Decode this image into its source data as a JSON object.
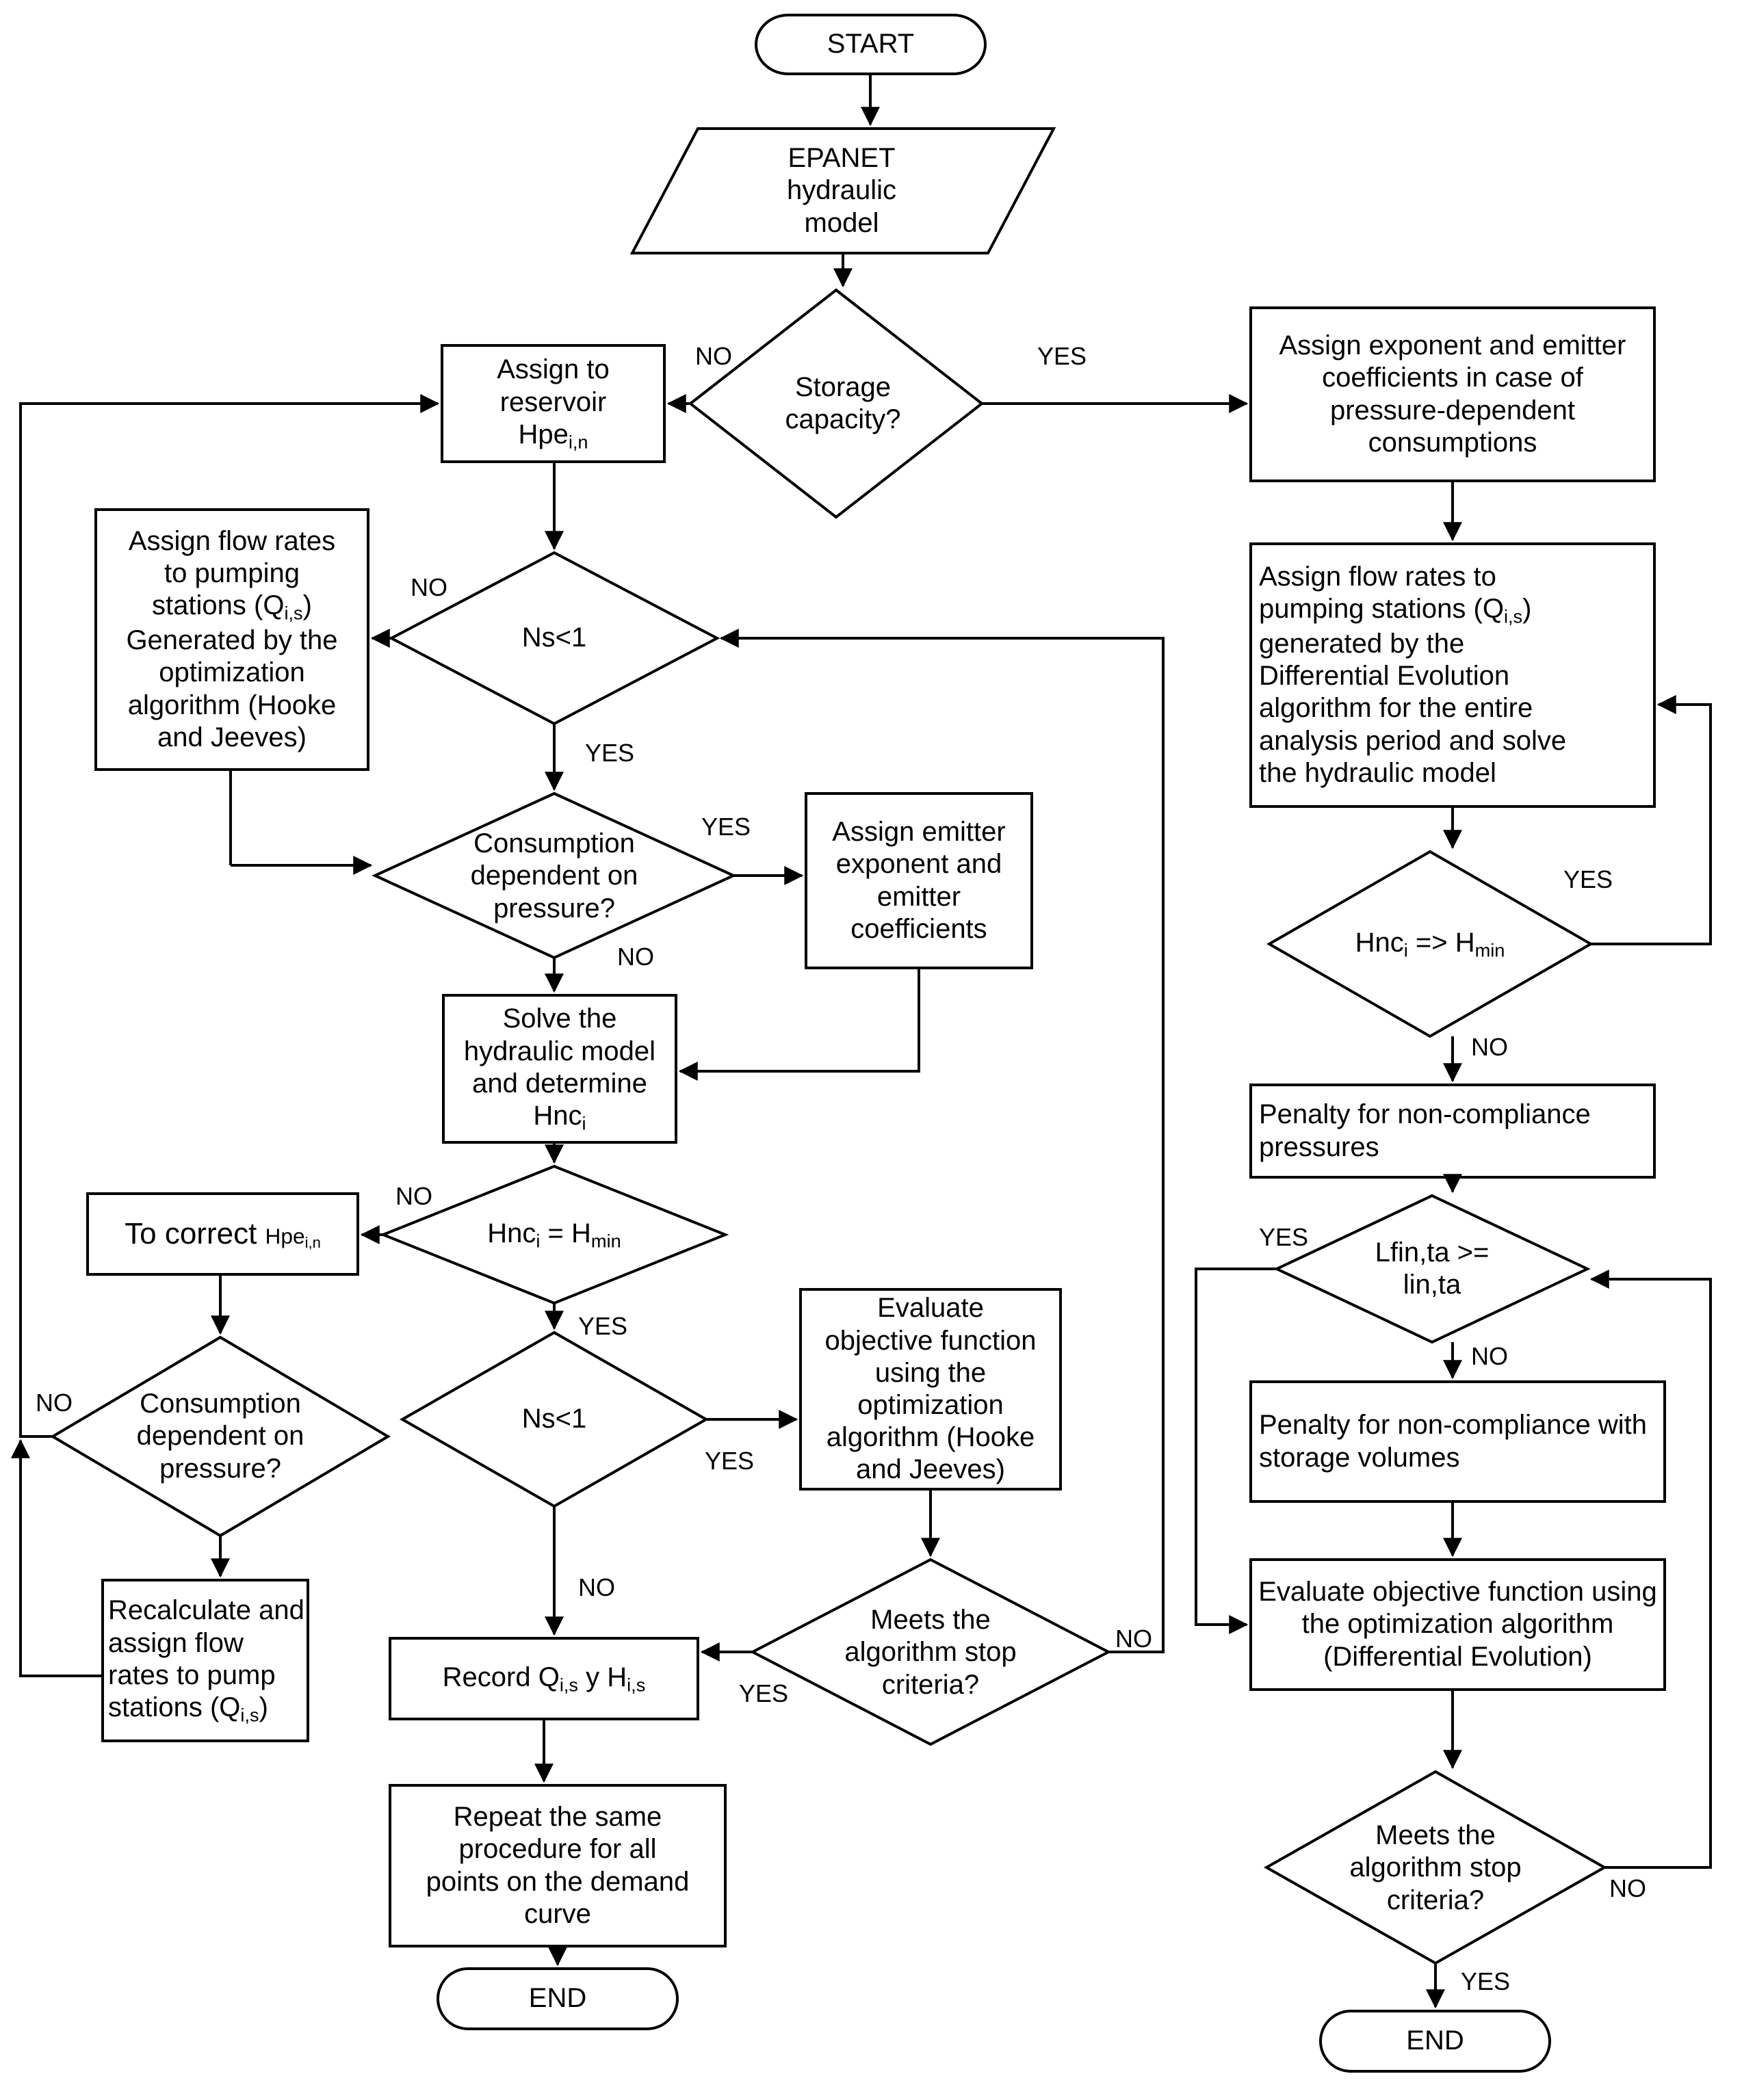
{
  "diagram": {
    "title": "Optimization methodology flowchart for pumping station operation",
    "type": "flowchart",
    "stroke_color": "#000000",
    "fill_color": "#ffffff",
    "background": "#ffffff"
  },
  "nodes": {
    "start": {
      "label": "START",
      "shape": "terminator"
    },
    "epanet": {
      "label": "EPANET\nhydraulic\nmodel",
      "shape": "parallelogram"
    },
    "storage_capacity": {
      "label": "Storage\ncapacity?",
      "shape": "decision"
    },
    "assign_reservoir": {
      "label": "Assign to\nreservoir\nHpe",
      "sub": "i,n",
      "shape": "process"
    },
    "assign_exponent_emitter": {
      "label": "Assign exponent and emitter\ncoefficients in case of\npressure-dependent\nconsumptions",
      "shape": "process"
    },
    "assign_flow_hj": {
      "label": "Assign flow rates\nto pumping\nstations (Q",
      "sub": "i,s",
      "label2": ")\nGenerated by the\noptimization\nalgorithm (Hooke\nand Jeeves)",
      "shape": "process"
    },
    "assign_flow_de": {
      "label": "Assign flow rates to\npumping stations (Q",
      "sub": "i,s",
      "label2": ")\ngenerated by the\nDifferential Evolution\nalgorithm for the entire\nanalysis period and solve\nthe hydraulic model",
      "shape": "process"
    },
    "ns_lt_1_top": {
      "label": "Ns<1",
      "shape": "decision"
    },
    "consumption_pressure_top": {
      "label": "Consumption\ndependent on\npressure?",
      "shape": "decision"
    },
    "assign_emitter_coeffs": {
      "label": "Assign emitter\nexponent and\nemitter\ncoefficients",
      "shape": "process"
    },
    "solve_hydraulic": {
      "label": "Solve the\nhydraulic model\nand determine\nHnc",
      "sub": "i",
      "shape": "process"
    },
    "hnc_eq_hmin": {
      "label": "Hnc",
      "sub": "i",
      "label2": " = H",
      "sub2": "min",
      "shape": "decision"
    },
    "to_correct_hpe": {
      "label": "To correct ",
      "label_small": "Hpe",
      "sub": "i,n",
      "shape": "process"
    },
    "consumption_pressure_bottom": {
      "label": "Consumption\ndependent on\npressure?",
      "shape": "decision"
    },
    "recalculate_assign": {
      "label": "Recalculate and\nassign flow\nrates to pump\nstations (Q",
      "sub": "i,s",
      "label2": ")",
      "shape": "process"
    },
    "ns_lt_1_bottom": {
      "label": "Ns<1",
      "shape": "decision"
    },
    "evaluate_obj_hj": {
      "label": "Evaluate\nobjective function\nusing the\noptimization\nalgorithm  (Hooke\nand Jeeves)",
      "shape": "process"
    },
    "meets_stop_left": {
      "label": "Meets the\nalgorithm stop\ncriteria?",
      "shape": "decision"
    },
    "record_q_h": {
      "label": "Record Q",
      "sub": "i,s",
      "label2": " y H",
      "sub2": "i,s",
      "shape": "process"
    },
    "repeat_procedure": {
      "label": "Repeat the same\nprocedure for all\npoints on the demand\ncurve",
      "shape": "process"
    },
    "end_left": {
      "label": "END",
      "shape": "terminator"
    },
    "hnc_ge_hmin": {
      "label": "Hnc",
      "sub": "i",
      "label2": " => H",
      "sub2": "min",
      "shape": "decision"
    },
    "penalty_pressures": {
      "label": "Penalty for non-compliance\npressures",
      "shape": "process"
    },
    "lfin_ge_lin": {
      "label": "Lfin,ta >=\nlin,ta",
      "shape": "decision"
    },
    "penalty_storage": {
      "label": "Penalty for non-compliance with\nstorage volumes",
      "shape": "process"
    },
    "evaluate_obj_de": {
      "label": "Evaluate objective function using\nthe optimization algorithm\n(Differential Evolution)",
      "shape": "process"
    },
    "meets_stop_right": {
      "label": "Meets the\nalgorithm stop\ncriteria?",
      "shape": "decision"
    },
    "end_right": {
      "label": "END",
      "shape": "terminator"
    }
  },
  "edge_labels": {
    "storage_no": "NO",
    "storage_yes": "YES",
    "ns_top_no": "NO",
    "ns_top_yes": "YES",
    "consumption_top_yes": "YES",
    "consumption_top_no": "NO",
    "hnc_eq_no": "NO",
    "hnc_eq_yes": "YES",
    "consumption_bottom_no": "NO",
    "ns_bottom_yes": "YES",
    "ns_bottom_yes2": "YES",
    "ns_bottom_no": "NO",
    "meets_left_no": "NO",
    "meets_left_yes": "YES",
    "hnc_ge_yes": "YES",
    "hnc_ge_no": "NO",
    "lfin_yes": "YES",
    "lfin_no": "NO",
    "meets_right_no": "NO",
    "meets_right_yes": "YES"
  }
}
